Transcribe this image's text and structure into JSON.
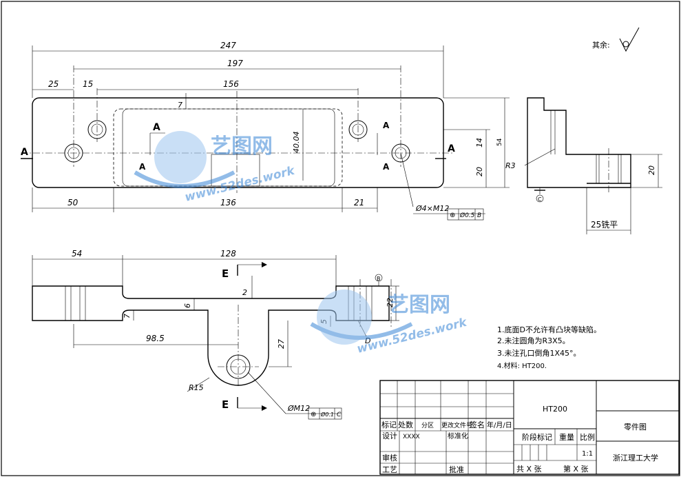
{
  "roughness_note": "其余:",
  "dims_top": {
    "overall": "247",
    "holes": "197",
    "left_edge": "25",
    "hole_dia": "15",
    "slot": "156",
    "slot_top": "7",
    "slot_height": "40.04",
    "right_14": "14",
    "right_20": "20",
    "height_54": "54",
    "bottom_50": "50",
    "bottom_136": "136",
    "bottom_21": "21",
    "hole_callout": "Ø4×M12",
    "hole_tol_value": "Ø0.5",
    "hole_tol_datum": "B"
  },
  "section_labels": {
    "a": "A",
    "e": "E"
  },
  "side_view": {
    "radius": "R3",
    "height_20": "20",
    "datum": "C",
    "tool_note": "25铣平"
  },
  "dims_front": {
    "left_54": "54",
    "slot_128": "128",
    "depth_2": "2",
    "dim_6": "6",
    "dim_7": "7",
    "dim_5": "5",
    "dim_22": "22",
    "dim_27": "27",
    "dim_98": "98.5",
    "radius": "R15",
    "callout": "ØM12",
    "tol_value": "Ø0.1",
    "tol_datum": "C",
    "datum_d": "D",
    "datum_top": "B"
  },
  "notes": [
    "1.底面D不允许有凸块等缺陷。",
    "2.未注圆角为R3X5。",
    "3.未注孔口倒角1X45°。",
    "4.材料: HT200."
  ],
  "watermark": {
    "logo": "艺图网",
    "url": "www.52des.work"
  },
  "title_block": {
    "material": "HT200",
    "part_name": "零件图",
    "school": "浙江理工大学",
    "row_headers": [
      "标记",
      "处数",
      "分区",
      "更改文件号",
      "签名",
      "年/月/日"
    ],
    "design": "设计",
    "design_value": "XXXX",
    "standardize": "标准化",
    "review": "审核",
    "process": "工艺",
    "approve": "批准",
    "stage_mark": "阶段标记",
    "weight": "重量",
    "scale_label": "比例",
    "scale": "1:1",
    "total": "共  X  张",
    "sheet": "第  X  张"
  }
}
